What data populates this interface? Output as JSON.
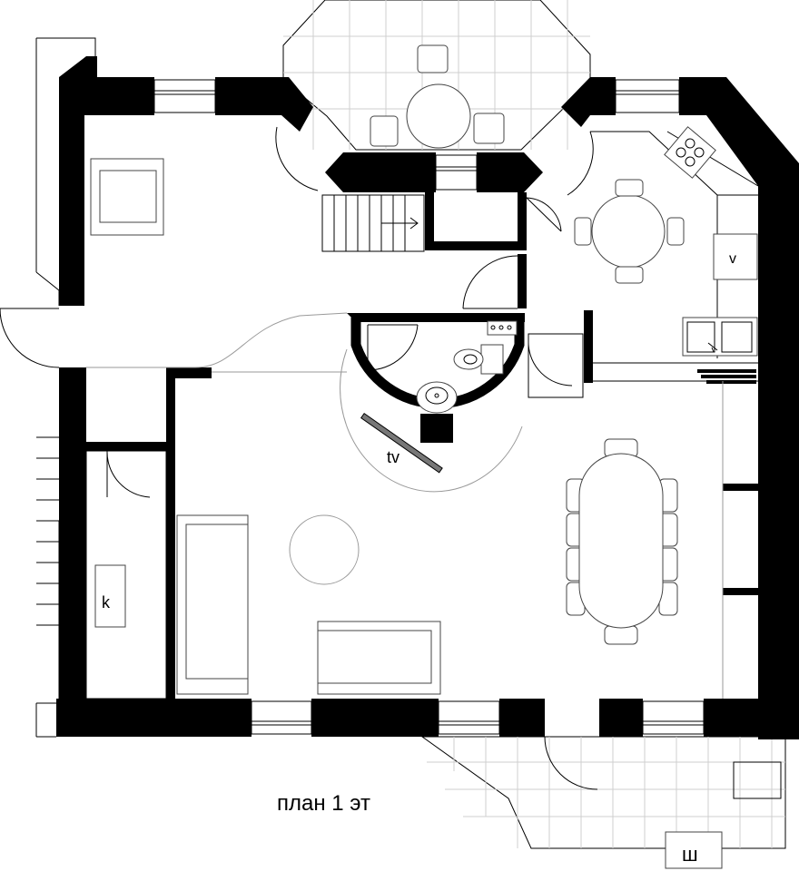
{
  "plan": {
    "caption": "план 1 эт",
    "labels": {
      "tv": "tv",
      "fireplace": "k",
      "fridge": "v",
      "shower": "ш"
    }
  }
}
